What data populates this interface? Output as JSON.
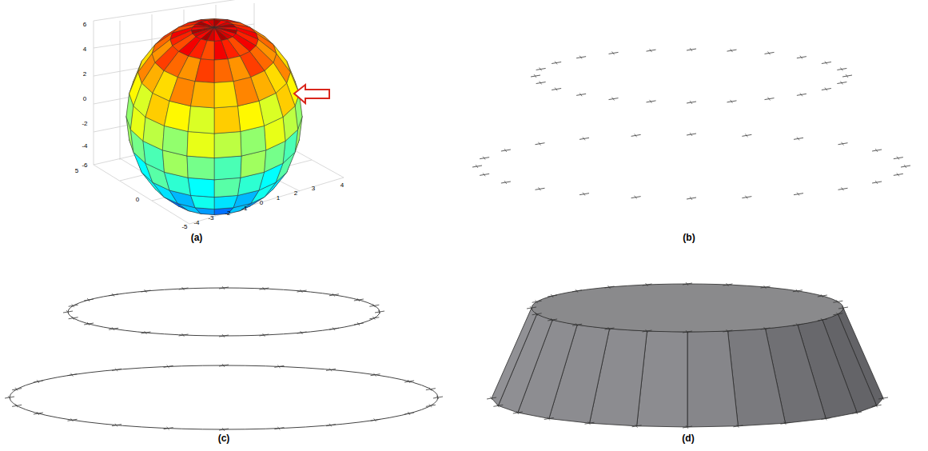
{
  "diagram": {
    "labels": [
      "6",
      "4",
      "2",
      "0",
      "-2",
      "-4",
      "-6",
      "5",
      "0",
      "-5",
      "-4",
      "-3",
      "-2",
      "-1",
      "0",
      "1",
      "2",
      "3",
      "4",
      "(a)",
      "(b)",
      "(c)",
      "(d)"
    ]
  }
}
